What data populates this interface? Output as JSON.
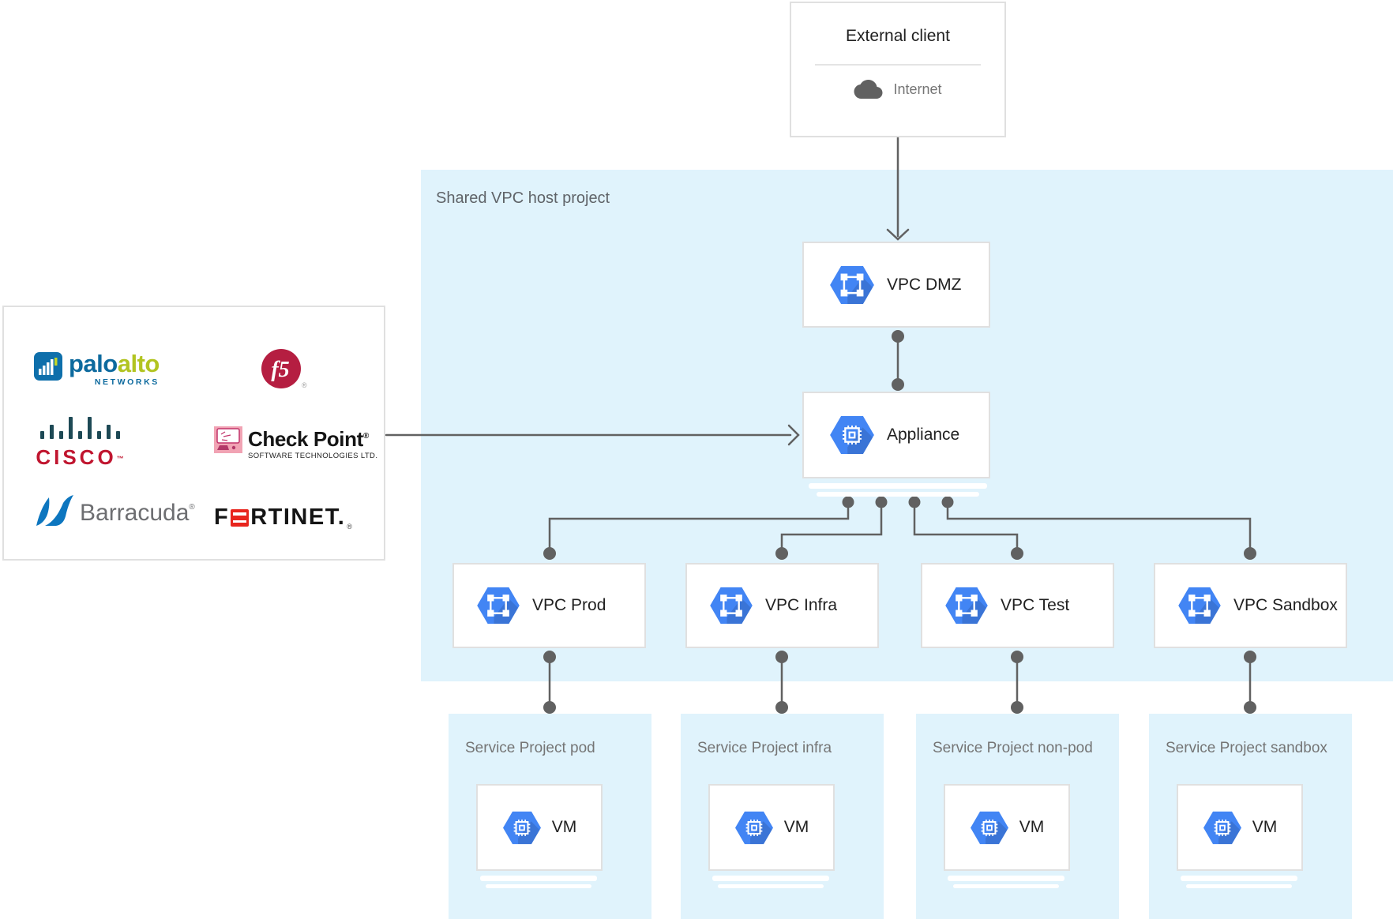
{
  "diagram": {
    "external_client": {
      "title": "External client",
      "network": "Internet"
    },
    "host_project": {
      "label": "Shared VPC host project",
      "dmz": {
        "label": "VPC DMZ"
      },
      "appliance": {
        "label": "Appliance"
      },
      "vpcs": [
        {
          "label": "VPC Prod"
        },
        {
          "label": "VPC Infra"
        },
        {
          "label": "VPC Test"
        },
        {
          "label": "VPC Sandbox"
        }
      ]
    },
    "service_projects": [
      {
        "title": "Service Project pod",
        "vm_label": "VM"
      },
      {
        "title": "Service Project infra",
        "vm_label": "VM"
      },
      {
        "title": "Service Project non-pod",
        "vm_label": "VM"
      },
      {
        "title": "Service Project sandbox",
        "vm_label": "VM"
      }
    ],
    "vendors": {
      "palo_alto": {
        "word1": "palo",
        "word2": "alto",
        "subtitle": "NETWORKS"
      },
      "f5": {
        "name": "f5",
        "reg": "®"
      },
      "cisco": {
        "name": "CISCO",
        "tm": "™"
      },
      "checkpoint": {
        "name": "Check Point",
        "reg": "®",
        "subtitle": "SOFTWARE TECHNOLOGIES LTD."
      },
      "barracuda": {
        "name": "Barracuda",
        "reg": "®"
      },
      "fortinet": {
        "part1": "F",
        "part2": "RTINET.",
        "reg": "®"
      }
    },
    "icons": {
      "vpc": "vpc-network-hexagon-icon",
      "compute": "compute-chip-hexagon-icon",
      "cloud": "internet-cloud-icon",
      "fortinet_o": "fortinet-gate-icon"
    },
    "colors": {
      "host_region_bg": "#e0f3fc",
      "gcp_icon_blue": "#4285f4",
      "connector_gray": "#616161",
      "box_border": "#e0e0e0",
      "text_dark": "#212121",
      "text_gray": "#757575",
      "label_gray": "#5f6368"
    }
  }
}
